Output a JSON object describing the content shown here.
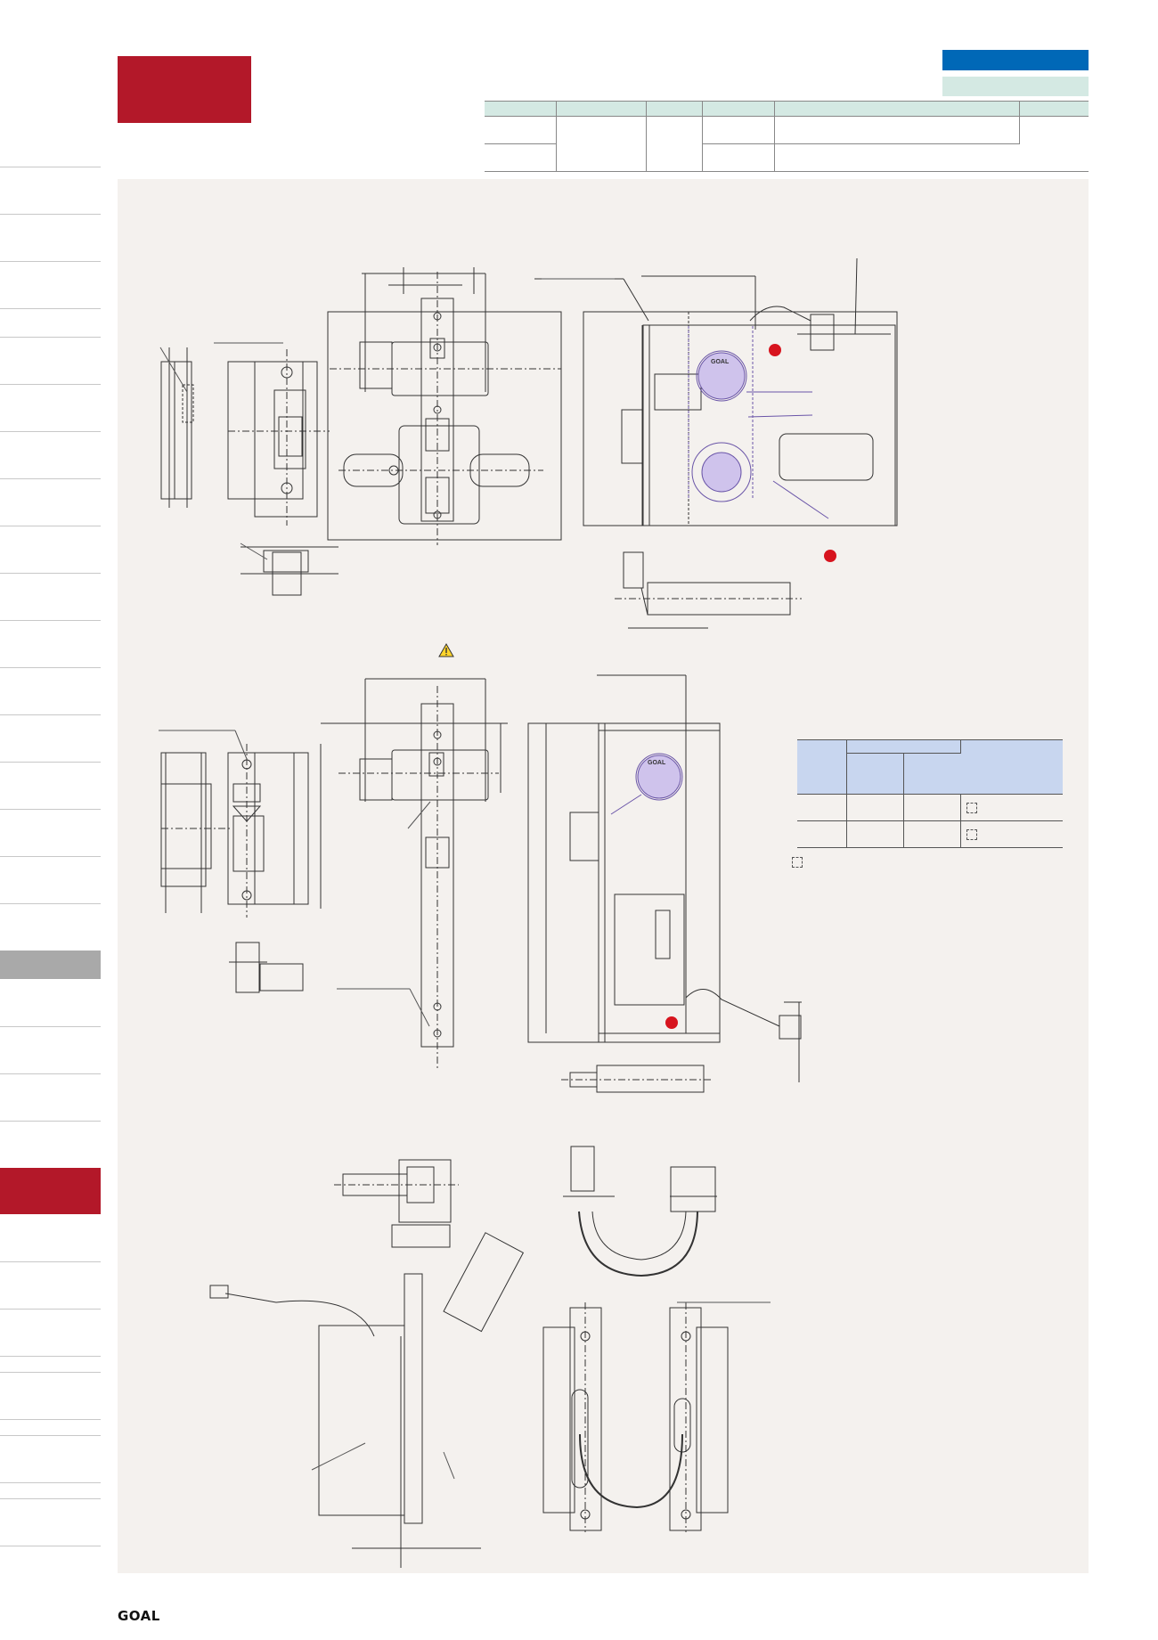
{
  "footer": {
    "brand": "GOAL"
  },
  "colors": {
    "accent_red": "#b31829",
    "tag_blue": "#0068b7",
    "tag_green": "#d4e9e3",
    "table_header": "#c8d6ef",
    "drawing_bg": "#f4f1ee",
    "marker_red": "#d7141e"
  },
  "icons": {
    "warning": "warning-triangle-icon",
    "check_box": "dashed-checkbox-icon"
  },
  "drawing_labels": {
    "keyway_top": "GOAL",
    "keyway_bottom": "GOAL"
  }
}
